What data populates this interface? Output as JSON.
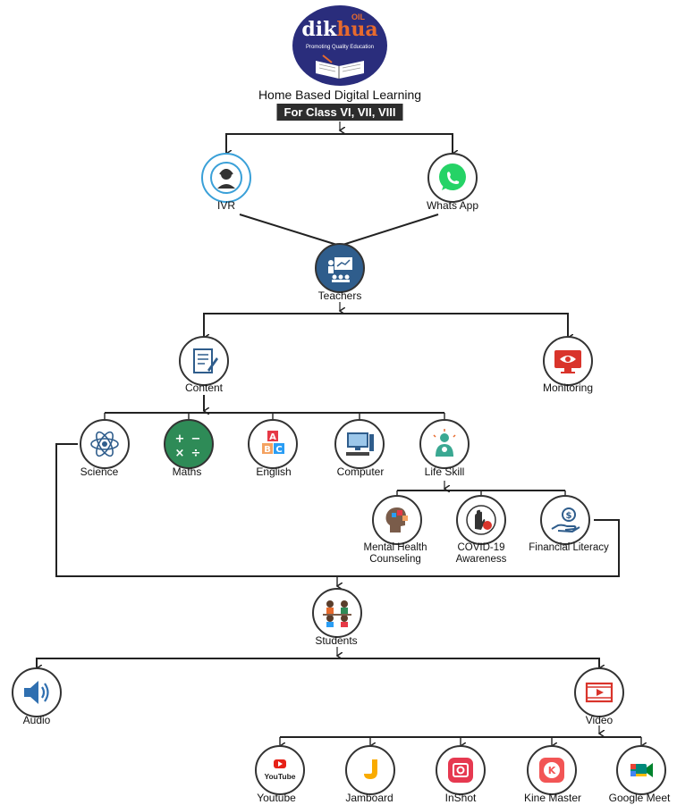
{
  "header": {
    "brand_main": "dik",
    "brand_accent": "hua",
    "brand_oil": "OIL",
    "brand_tagline": "Promoting Quality Education",
    "title": "Home Based Digital Learning",
    "subtitle": "For Class VI, VII, VIII"
  },
  "nodes": {
    "ivr": "IVR",
    "whatsapp": "Whats App",
    "teachers": "Teachers",
    "content": "Content",
    "monitoring": "Monitoring",
    "science": "Science",
    "maths": "Maths",
    "english": "English",
    "computer": "Computer",
    "life_skill": "Life Skill",
    "mental_health": "Mental Health Counseling",
    "covid": "COVID-19 Awareness",
    "financial": "Financial Literacy",
    "students": "Students",
    "audio": "Audio",
    "video": "Video",
    "youtube": "Youtube",
    "jamboard": "Jamboard",
    "inshot": "InShot",
    "kinemaster": "Kine Master",
    "googlemeet": "Google Meet"
  },
  "icon_text": {
    "youtube": "YouTube",
    "english_blocks": [
      "A",
      "B",
      "C"
    ],
    "math_symbols": [
      "+",
      "−",
      "×",
      "÷"
    ],
    "financial": "$",
    "kinemaster": "K"
  },
  "colors": {
    "logo_bg": "#2a2d7c",
    "accent_orange": "#e76a2d",
    "teachers_blue": "#2f5d8c",
    "maths_green": "#2e8b57",
    "monitor_red": "#d9342b",
    "whatsapp_green": "#25d366",
    "youtube_red": "#e62117"
  }
}
